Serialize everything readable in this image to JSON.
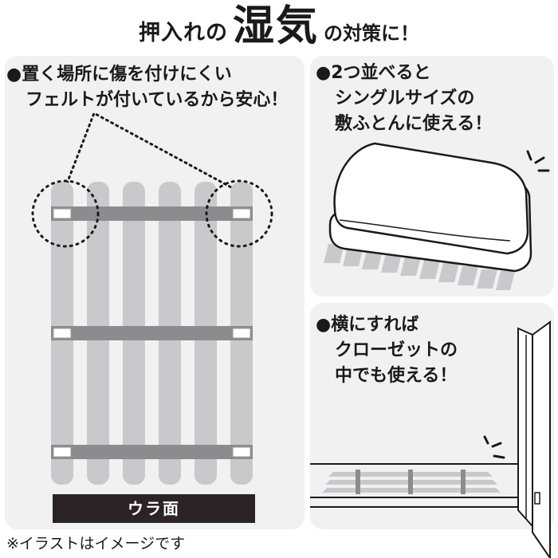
{
  "headline": {
    "prefix": "押入れの",
    "emphasis": "湿気",
    "suffix": "の対策に！"
  },
  "left_panel": {
    "caption_line1": "●置く場所に傷を付けにくい",
    "caption_line2": "フェルトが付いているから安心！",
    "bottom_label": "ウラ面"
  },
  "top_right_panel": {
    "caption_line1": "●2つ並べると",
    "caption_line2": "シングルサイズの",
    "caption_line3": "敷ふとんに使える！"
  },
  "bottom_right_panel": {
    "caption_line1": "●横にすれば",
    "caption_line2": "クローゼットの",
    "caption_line3": "中でも使える！"
  },
  "footnote": "※イラストはイメージです",
  "colors": {
    "panel_bg": "#f1f1f2",
    "slat_gray": "#c9c9cb",
    "crossbar_gray": "#8c8c8e",
    "label_bar": "#2b2325"
  }
}
